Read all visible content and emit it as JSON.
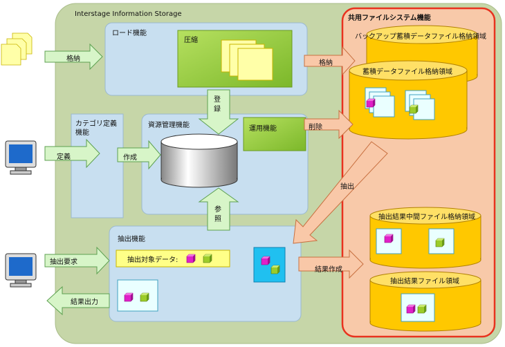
{
  "storage_title": "Interstage Information Storage",
  "shared_fs": {
    "title": "共用ファイルシステム機能",
    "backup_area": "バックアップ蓄積データファイル格納領域",
    "stored_area": "蓄積データファイル格納領域",
    "extract_mid_area": "抽出結果中間ファイル格納領域",
    "extract_result_area": "抽出結果ファイル領域"
  },
  "load": {
    "title": "ロード機能",
    "compress": "圧縮"
  },
  "category": {
    "title_line1": "カテゴリ定義",
    "title_line2": "機能"
  },
  "resource": {
    "title": "資源管理機能",
    "ops": "運用機能"
  },
  "extract": {
    "title": "抽出機能",
    "target_data": "抽出対象データ:"
  },
  "arrows": {
    "store_in": "格納",
    "store_out": "格納",
    "register": "登録",
    "delete": "削除",
    "define": "定義",
    "create": "作成",
    "reference": "参照",
    "extract": "抽出",
    "extract_request": "抽出要求",
    "result_create": "結果作成",
    "result_output": "結果出力"
  },
  "colors": {
    "storage_bg": "#c6d6a8",
    "panel_blue": "#c8dff0",
    "shared_bg": "#f8c9a9",
    "shared_border": "#e8321e",
    "cylinder": "#ffc800",
    "arrow_green": "#d7f5c8",
    "arrow_orange": "#f9c8a8",
    "cube_magenta": "#e020c8",
    "cube_green": "#8cc81e"
  }
}
